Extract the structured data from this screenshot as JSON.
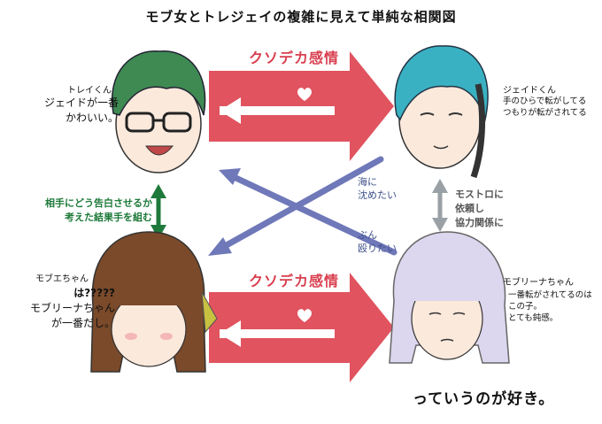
{
  "title": "モブ女とトレジェイの複雑に見えて単純な相関図",
  "top_arrow_label": "クソデカ感情",
  "bottom_arrow_label": "クソデカ感情",
  "trey": {
    "name": "トレイくん",
    "line1": "ジェイドが一番",
    "line2": "かわいい。"
  },
  "jade": {
    "name": "ジェイドくん",
    "line1": "手のひらで転がしてる",
    "line2": "つもりが転がされてる"
  },
  "mobe": {
    "name": "モブエちゃん",
    "line1": "は?????",
    "line2": "モブリーナちゃん",
    "line3": "が一番だし。"
  },
  "mobrina": {
    "name": "モブリーナちゃん",
    "line1": "一番転がされてるのは",
    "line2": "この子。",
    "line3": "とても鈍感。"
  },
  "left_link": {
    "line1": "相手にどう告白させるか",
    "line2": "考えた結果手を組む"
  },
  "right_link": {
    "line1": "モストロに",
    "line2": "依頼し",
    "line3": "協力関係に"
  },
  "cross_upper": {
    "line1": "海に",
    "line2": "沈めたい"
  },
  "cross_lower": {
    "line1": "ぶん",
    "line2": "殴りたい"
  },
  "footer": "っていうのが好き。",
  "colors": {
    "red_arrow": "#e0535f",
    "cross_arrow": "#6f78b8",
    "green_arrow": "#1e7a3a",
    "grey_arrow": "#9aa1a6"
  }
}
